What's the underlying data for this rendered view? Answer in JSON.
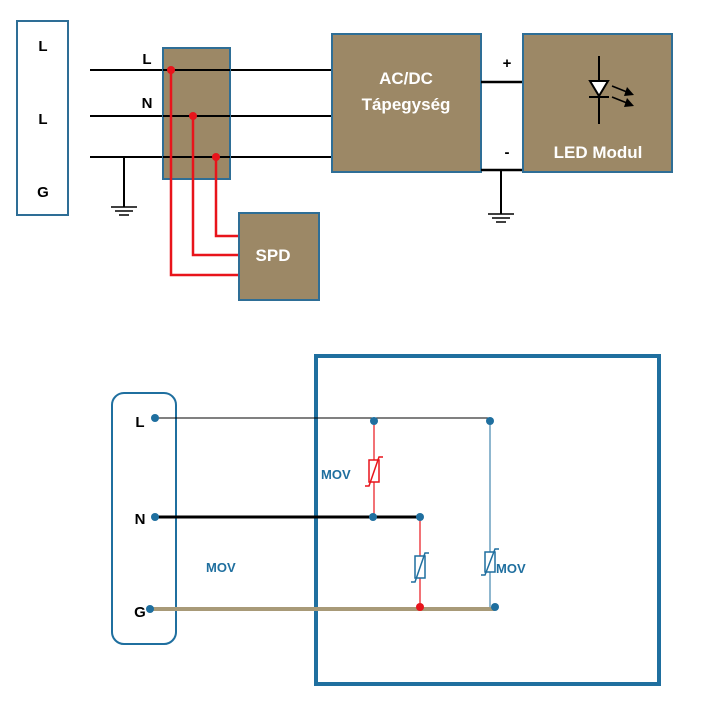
{
  "top": {
    "terminal_labels": [
      "L",
      "L",
      "G"
    ],
    "line_labels": {
      "l": "L",
      "n": "N"
    },
    "supply_label_line1": "AC/DC",
    "supply_label_line2": "Tápegység",
    "led_label": "LED Modul",
    "spd_label": "SPD",
    "plus_sign": "+",
    "minus_sign": "-"
  },
  "bottom": {
    "terminal_labels": {
      "l": "L",
      "n": "N",
      "g": "G"
    },
    "mov_label_red": "MOV",
    "mov_label_left": "MOV",
    "mov_label_right": "MOV"
  },
  "colors": {
    "box_fill": "#9c8866",
    "box_border": "#2e6e96",
    "frame": "#1f6f9f",
    "red_wire": "#e8141b",
    "ground_wire": "#a89a78",
    "wire": "#000000"
  }
}
